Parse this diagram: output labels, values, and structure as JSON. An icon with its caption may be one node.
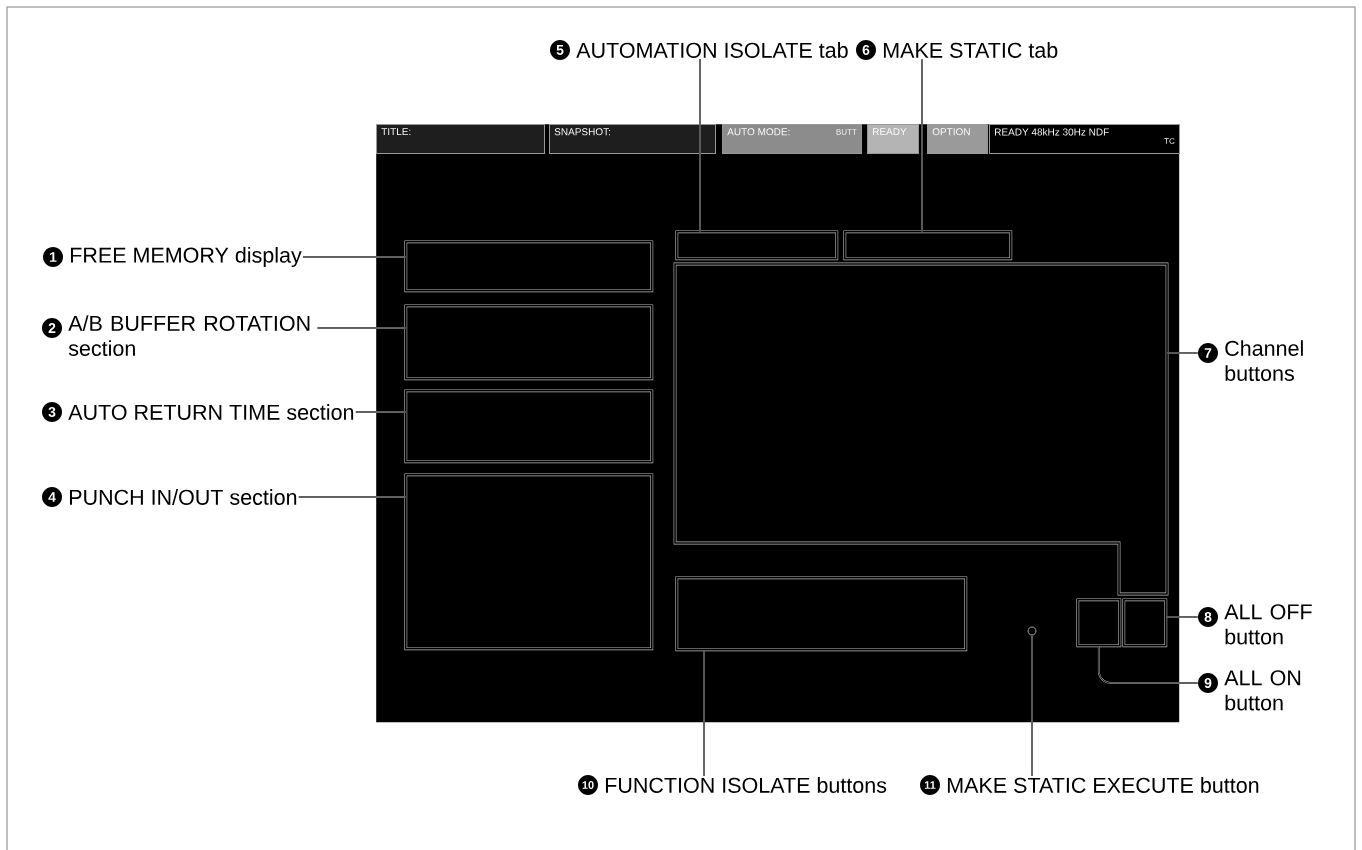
{
  "diagram": {
    "nodes": [
      {
        "text": [],
        "shape": "box"
      },
      {
        "text": [
          "TITLE:"
        ],
        "in": 0
      },
      {
        "text": [
          "SNAPSHOT:"
        ],
        "in": 0
      },
      {
        "text": [
          "AUTO MODE:",
          "BUTT"
        ],
        "in": 0
      },
      {
        "text": [
          "READY"
        ],
        "in": 0
      },
      {
        "text": [
          "OPTION"
        ],
        "in": 0
      },
      {
        "text": [
          "READY 48kHz 30Hz NDF",
          "TC"
        ],
        "in": 0
      },
      {
        "text": [],
        "shape": "box",
        "in": 0
      },
      {
        "text": [],
        "shape": "box",
        "in": 0
      },
      {
        "text": [],
        "shape": "box",
        "in": 0
      },
      {
        "text": [],
        "shape": "box",
        "in": 0
      },
      {
        "text": [],
        "shape": "box",
        "in": 0
      },
      {
        "text": [],
        "shape": "box",
        "in": 0
      },
      {
        "text": [],
        "shape": "box",
        "in": 0
      },
      {
        "text": [],
        "shape": "box",
        "in": 0
      },
      {
        "text": [],
        "shape": "box",
        "in": 0
      },
      {
        "text": [],
        "shape": "box",
        "in": 0
      },
      {
        "text": [],
        "shape": "circle",
        "in": 0
      },
      {
        "text": [
          "1",
          "FREE MEMORY display"
        ]
      },
      {
        "text": [
          "2",
          "A/B BUFFER ROTATION section"
        ]
      },
      {
        "text": [
          "3",
          "AUTO RETURN TIME section"
        ]
      },
      {
        "text": [
          "4",
          "PUNCH IN/OUT section"
        ]
      },
      {
        "text": [
          "5",
          "AUTOMATION ISOLATE tab"
        ]
      },
      {
        "text": [
          "6",
          "MAKE STATIC tab"
        ]
      },
      {
        "text": [
          "7",
          "Channel buttons"
        ]
      },
      {
        "text": [
          "8",
          "ALL OFF button"
        ]
      },
      {
        "text": [
          "9",
          "ALL ON button"
        ]
      },
      {
        "text": [
          "10",
          "FUNCTION ISOLATE buttons"
        ]
      },
      {
        "text": [
          "11",
          "MAKE STATIC EXECUTE button"
        ]
      }
    ],
    "edges": [
      {
        "from": 18,
        "to": 7,
        "arrow": "none"
      },
      {
        "from": 19,
        "to": 8,
        "arrow": "none"
      },
      {
        "from": 20,
        "to": 9,
        "arrow": "none"
      },
      {
        "from": 21,
        "to": 10,
        "arrow": "none"
      },
      {
        "from": 22,
        "to": 11,
        "arrow": "none"
      },
      {
        "from": 23,
        "to": 12,
        "arrow": "none"
      },
      {
        "from": 24,
        "to": 13,
        "arrow": "none"
      },
      {
        "from": 25,
        "to": 16,
        "arrow": "none"
      },
      {
        "from": 26,
        "to": 15,
        "arrow": "none"
      },
      {
        "from": 27,
        "to": 14,
        "arrow": "none"
      },
      {
        "from": 28,
        "to": 17,
        "arrow": "none"
      }
    ]
  }
}
